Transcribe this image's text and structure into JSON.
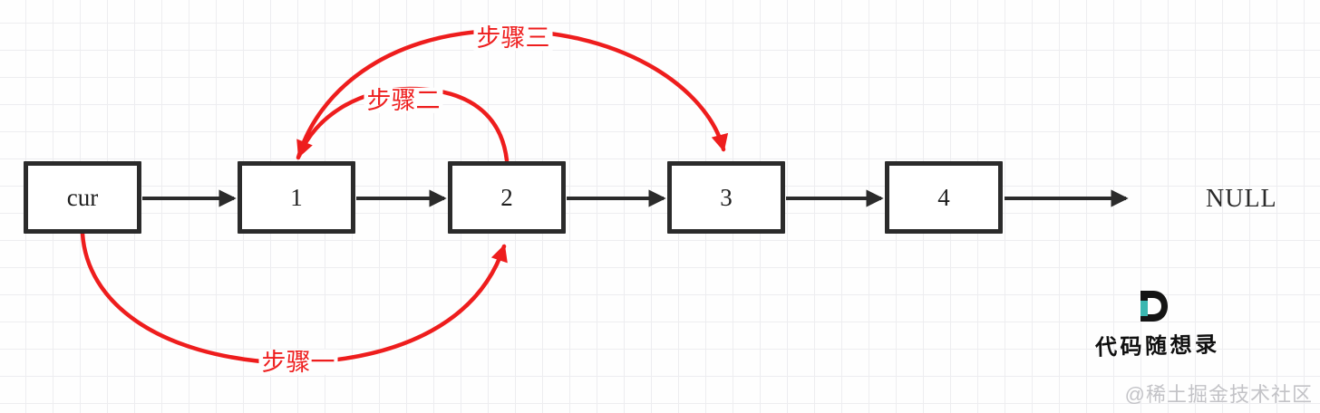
{
  "diagram": {
    "nodes": [
      {
        "label": "cur"
      },
      {
        "label": "1"
      },
      {
        "label": "2"
      },
      {
        "label": "3"
      },
      {
        "label": "4"
      }
    ],
    "null_label": "NULL",
    "steps": [
      {
        "label": "步骤一"
      },
      {
        "label": "步骤二"
      },
      {
        "label": "步骤三"
      }
    ]
  },
  "branding": {
    "logo_letter": "D",
    "logo_text": "代码随想录"
  },
  "watermark": "@稀土掘金技术社区",
  "colors": {
    "arrow_red": "#ee1d1d",
    "line_black": "#2b2b2b",
    "logo_teal": "#3bb7b0",
    "watermark_gray": "#c3c3c7"
  }
}
